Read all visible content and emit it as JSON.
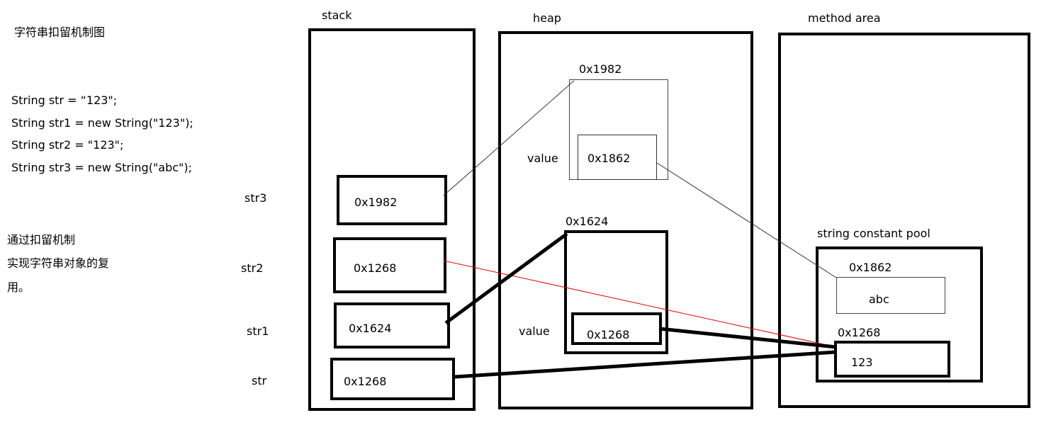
{
  "title": "字符串扣留机制图",
  "code": [
    "String str =   “123\";",
    "String str1 = new String(\"123\");",
    "String str2 = \"123\";",
    "String str3 = new String(\"abc\");"
  ],
  "note": [
    "通过扣留机制",
    "实现字符串对象的复",
    "用。"
  ],
  "regions": {
    "stack": "stack",
    "heap": "heap",
    "method_area": "method area",
    "pool": "string constant pool"
  },
  "stack_vars": {
    "str3": {
      "label": "str3",
      "value": "0x1982"
    },
    "str2": {
      "label": "str2",
      "value": "0x1268"
    },
    "str1": {
      "label": "str1",
      "value": "0x1624"
    },
    "str": {
      "label": "str",
      "value": "0x1268"
    }
  },
  "heap_objects": {
    "obj1982": {
      "address": "0x1982",
      "field_label": "value",
      "field_value": "0x1862"
    },
    "obj1624": {
      "address": "0x1624",
      "field_label": "value",
      "field_value": "0x1268"
    }
  },
  "pool_entries": {
    "abc": {
      "address": "0x1862",
      "content": "abc"
    },
    "s123": {
      "address": "0x1268",
      "content": "123"
    }
  },
  "colors": {
    "red_link": "#e00000",
    "line": "#000000"
  }
}
